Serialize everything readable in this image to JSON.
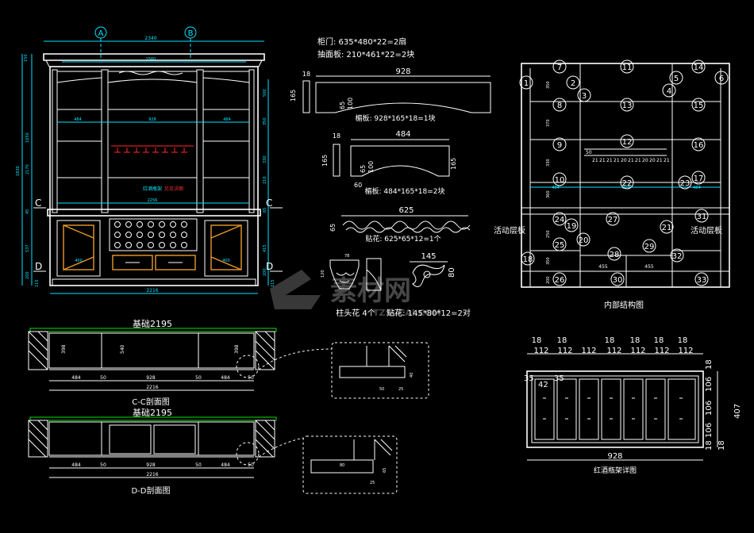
{
  "colors": {
    "background": "#000000",
    "line": "#ffffff",
    "dimension": "#00e5ff",
    "accent": "#ff2a2a",
    "trim": "#e8d800"
  },
  "elevation": {
    "axis_markers": [
      "A",
      "B"
    ],
    "section_markers": [
      "C",
      "C",
      "D",
      "D"
    ],
    "dim_top_total": "2340",
    "dim_top_inner": "1560",
    "dim_left": [
      "150",
      "2170",
      "1830",
      "1650",
      "45",
      "537",
      "200",
      "115"
    ],
    "dim_upper_row": [
      "484",
      "928",
      "484"
    ],
    "dim_right": [
      "350",
      "330",
      "210",
      "500",
      "65",
      "415",
      "200",
      "115"
    ],
    "dim_inner": [
      "2256",
      "2216"
    ],
    "label_wine_bottle": "红酒瓶架",
    "label_wine_note": "另见详图",
    "dim_base_widths": [
      "400",
      "400"
    ]
  },
  "parts": {
    "door_note_1": "柜门: 635*480*22=2扇",
    "door_note_2": "抽面板: 210*461*22=2块",
    "board1_width": "928",
    "board1_thk": "18",
    "board1_h": "165",
    "board1_inner": [
      "65",
      "100"
    ],
    "board1_caption": "楣板: 928*165*18=1块",
    "board2_width": "484",
    "board2_thk": "18",
    "board2_h": "165",
    "board2_inner": [
      "65",
      "100",
      "165"
    ],
    "board2_bottom": "60",
    "board2_caption": "楣板: 484*165*18=2块",
    "applique_width": "625",
    "applique_h": "65",
    "applique_caption": "贴花: 625*65*12=1个",
    "capital_dims": [
      "78",
      "120"
    ],
    "capital_caption": "柱头花 4个",
    "flower_width": "145",
    "flower_h": "80",
    "flower_caption": "贴花: 145*80*12=2对"
  },
  "internal": {
    "caption": "内部结构图",
    "numbers": [
      "1",
      "2",
      "3",
      "4",
      "5",
      "6",
      "7",
      "8",
      "9",
      "10",
      "11",
      "12",
      "13",
      "14",
      "15",
      "16",
      "17",
      "18",
      "19",
      "20",
      "21",
      "22",
      "23",
      "24",
      "25",
      "26",
      "27",
      "28",
      "29",
      "30",
      "31",
      "32",
      "33"
    ],
    "dim_center": "928",
    "dim_sides": [
      "484",
      "484"
    ],
    "left_label": "活动层板",
    "right_label": "活动层板",
    "small_row": [
      "50",
      "21",
      "21",
      "21",
      "21",
      "20",
      "21",
      "21",
      "20",
      "20",
      "21",
      "21"
    ],
    "dims_bottom": [
      "455",
      "455"
    ],
    "dim_side_vert": [
      "350",
      "370",
      "330",
      "360",
      "250",
      "350",
      "200"
    ]
  },
  "section_cc": {
    "title": "基础2195",
    "caption": "C-C剖面图",
    "dims_bottom": [
      "484",
      "50",
      "928",
      "50",
      "484",
      "50"
    ],
    "dim_total": "2216",
    "dim_heights": [
      "398",
      "540",
      "398"
    ],
    "detail_dims": [
      "50",
      "25",
      "40"
    ]
  },
  "section_dd": {
    "title": "基础2195",
    "caption": "D-D剖面图",
    "dims_bottom": [
      "484",
      "50",
      "928",
      "50",
      "484",
      "50"
    ],
    "dim_total": "2216",
    "detail_dims": [
      "80",
      "25",
      "65"
    ]
  },
  "wine_rack": {
    "caption": "红酒瓶架详图",
    "top_thk": [
      "18",
      "18",
      "18",
      "18",
      "18",
      "18"
    ],
    "top_gaps": [
      "112",
      "112",
      "112",
      "112",
      "112",
      "112",
      "112"
    ],
    "left_dims": [
      "35",
      "42",
      "35"
    ],
    "right_dims": [
      "18",
      "106",
      "106",
      "106",
      "18",
      "18"
    ],
    "dim_height": "407",
    "dim_width": "928"
  },
  "watermark": {
    "brand": "素材网",
    "url": "TZSUCAI.COM"
  }
}
